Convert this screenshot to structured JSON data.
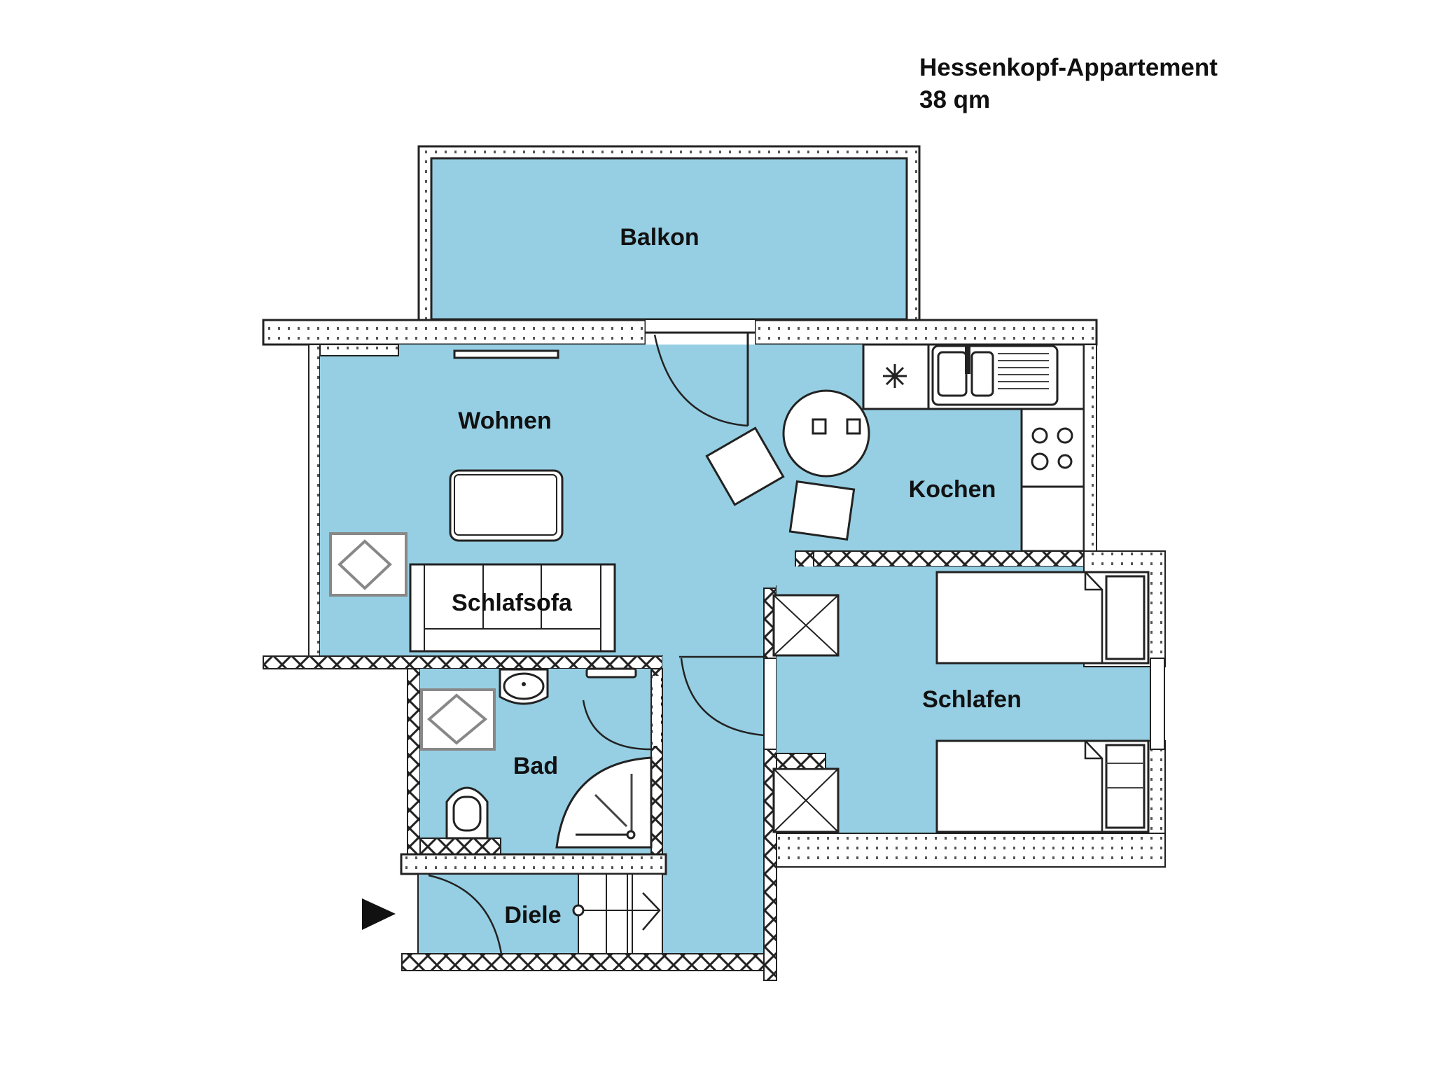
{
  "header": {
    "title": "Hessenkopf-Appartement",
    "area": "38 qm"
  },
  "rooms": {
    "balkon": "Balkon",
    "wohnen": "Wohnen",
    "kochen": "Kochen",
    "schlafsofa": "Schlafsofa",
    "schlafen": "Schlafen",
    "bad": "Bad",
    "diele": "Diele"
  },
  "colors": {
    "room_fill": "#96cfe3",
    "wall_fill": "#ffffff",
    "line": "#222222"
  },
  "icons": {
    "entrance": "entrance-arrow-icon"
  }
}
